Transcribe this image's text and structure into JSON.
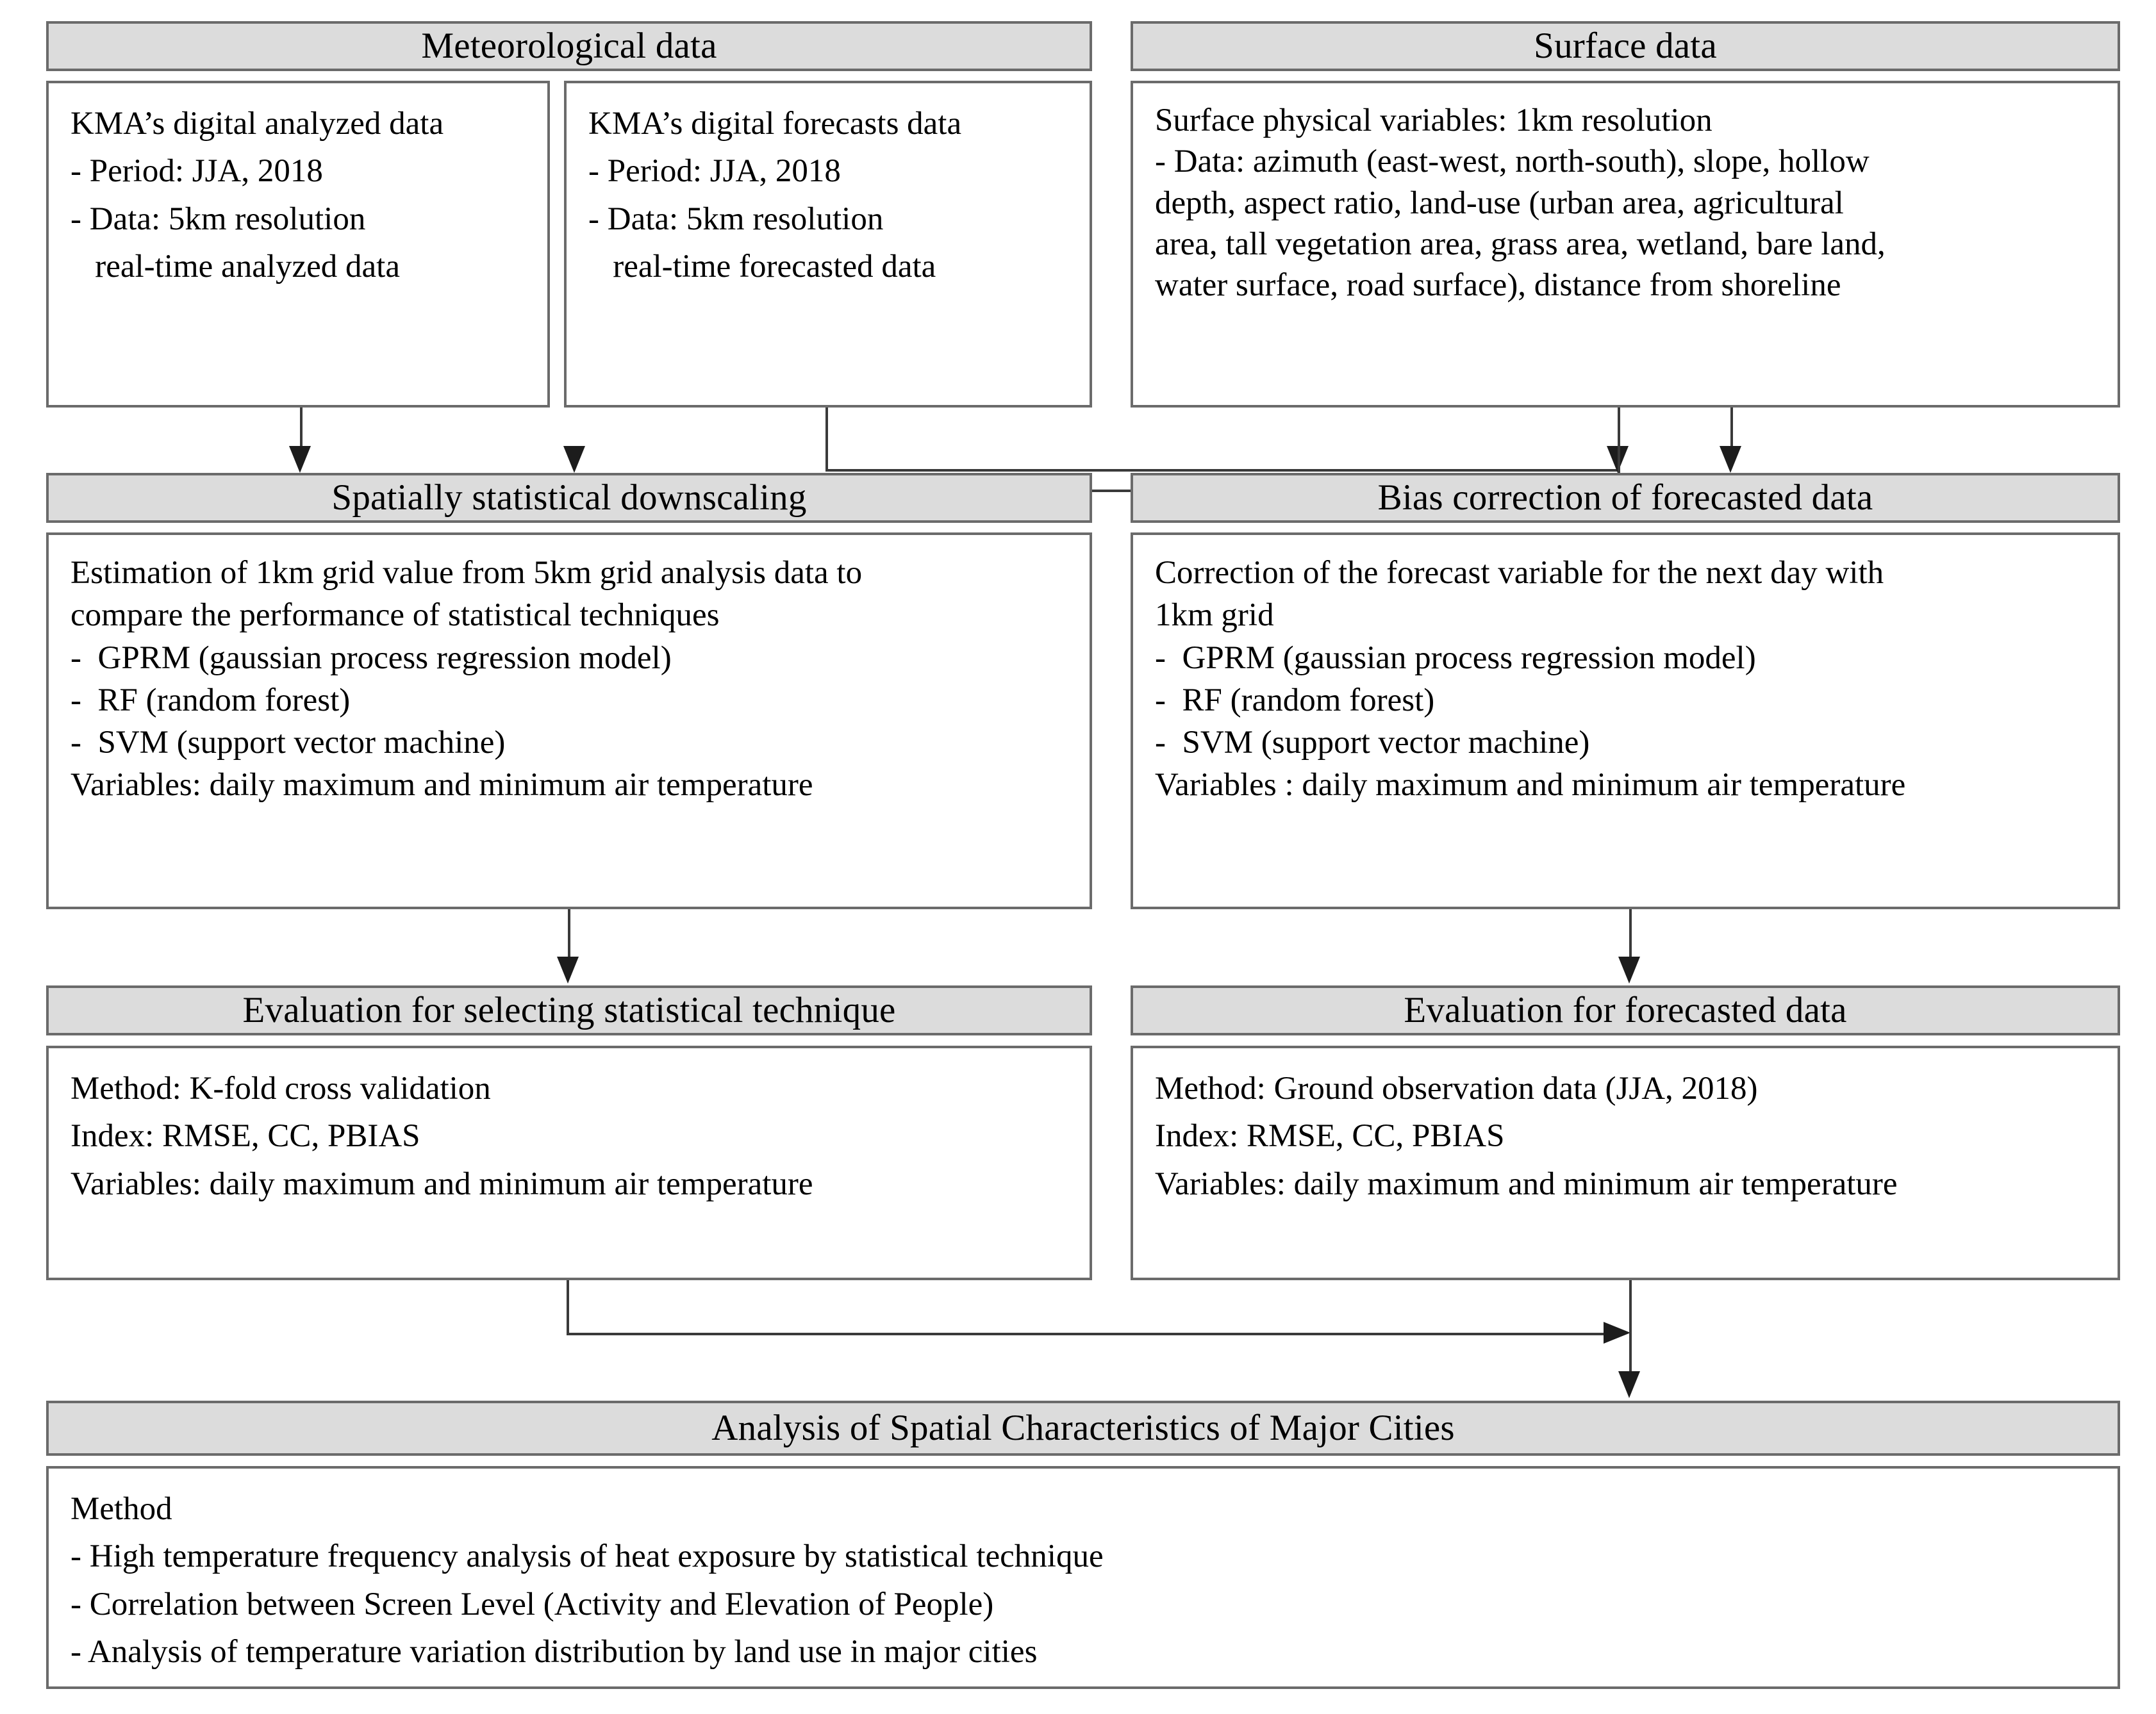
{
  "diagram": {
    "title": "Research workflow for spatial downscaling and bias correction of air temperature",
    "colors": {
      "header_fill": "#dcdcdc",
      "body_fill": "#ffffff",
      "border": "#6b6b6b",
      "connector": "#3a3a3a",
      "text": "#000000"
    }
  },
  "row1": {
    "meteorological": {
      "header": "Meteorological data",
      "sub_boxes": [
        {
          "name": "kma-analyzed",
          "text": "KMA’s digital analyzed data\n- Period: JJA, 2018\n- Data: 5km resolution\n   real-time analyzed data"
        },
        {
          "name": "kma-forecasts",
          "text": "KMA’s digital forecasts data\n- Period: JJA, 2018\n- Data: 5km resolution\n   real-time forecasted data"
        }
      ]
    },
    "surface": {
      "header": "Surface data",
      "body": "Surface physical variables: 1km resolution\n- Data: azimuth (east-west, north-south), slope, hollow\ndepth, aspect ratio, land-use (urban area, agricultural\narea, tall vegetation area, grass area, wetland, bare land,\nwater surface, road surface), distance from shoreline"
    }
  },
  "row2": {
    "downscaling": {
      "header": "Spatially statistical downscaling",
      "body": "Estimation of 1km grid value from 5km grid analysis data to\ncompare the performance of statistical techniques\n-  GPRM (gaussian process regression model)\n-  RF (random forest)\n-  SVM (support vector machine)\nVariables: daily maximum and minimum air temperature"
    },
    "bias": {
      "header": "Bias correction of forecasted data",
      "body": "Correction of the forecast variable for the next day with\n1km grid\n-  GPRM (gaussian process regression model)\n-  RF (random forest)\n-  SVM (support vector machine)\nVariables : daily maximum and minimum air temperature"
    }
  },
  "row3": {
    "eval_technique": {
      "header": "Evaluation for selecting statistical technique",
      "body": "Method: K-fold cross validation\nIndex: RMSE, CC, PBIAS\nVariables: daily maximum and minimum air temperature"
    },
    "eval_forecast": {
      "header": "Evaluation for forecasted data",
      "body": "Method: Ground observation data (JJA, 2018)\nIndex: RMSE, CC, PBIAS\nVariables: daily maximum and minimum air temperature"
    }
  },
  "row4": {
    "analysis": {
      "header": "Analysis of Spatial Characteristics of Major Cities",
      "body": "Method\n- High temperature frequency analysis of heat exposure by statistical technique\n- Correlation between Screen Level (Activity and Elevation of People)\n- Analysis of temperature variation distribution by land use in major cities"
    }
  }
}
